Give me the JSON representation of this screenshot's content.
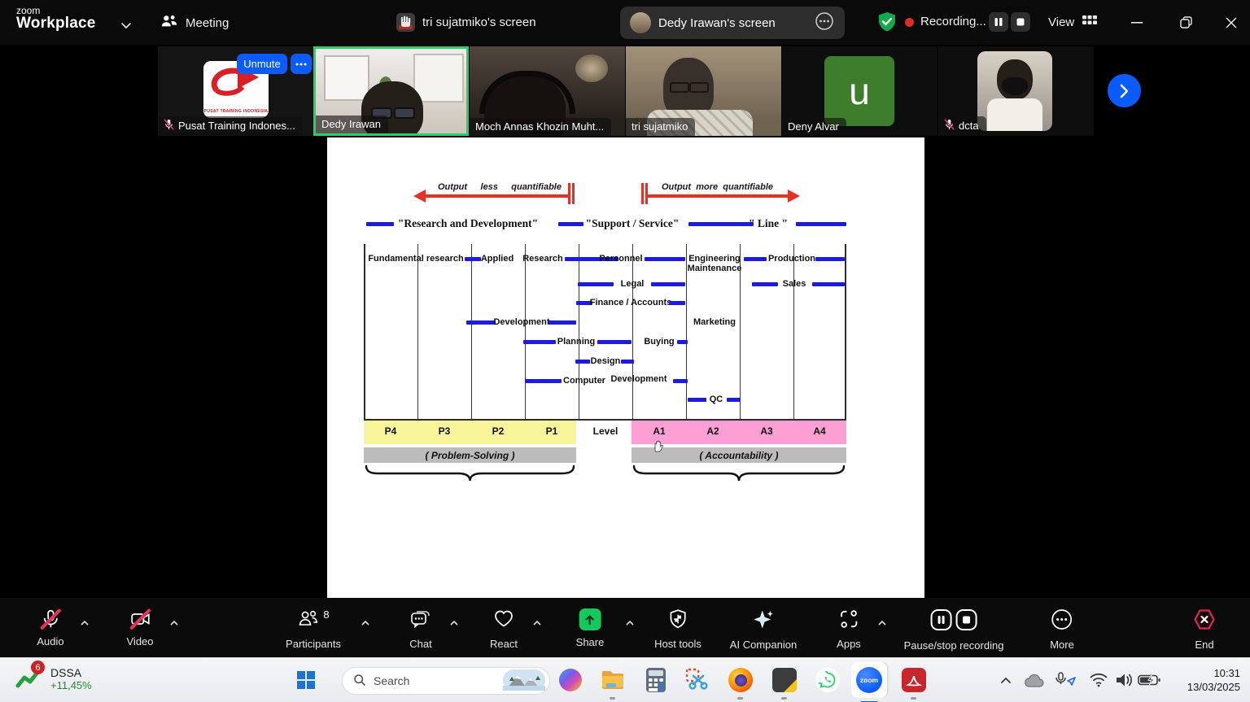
{
  "titlebar": {
    "logo_small": "zoom",
    "logo_large": "Workplace",
    "meeting_tab": "Meeting",
    "screen_tab_1": "tri sujatmiko's screen",
    "screen_tab_2": "Dedy Irawan's screen",
    "recording_label": "Recording...",
    "view_label": "View"
  },
  "filmstrip": {
    "unmute_label": "Unmute",
    "tiles": [
      {
        "name": "Pusat Training Indones...",
        "logo_caption": "PUSAT TRAINING INDONESIA"
      },
      {
        "name": "Dedy Irawan"
      },
      {
        "name": "Moch Annas Khozin Muht..."
      },
      {
        "name": "tri sujatmiko"
      },
      {
        "name": "Deny Alvar",
        "avatar_letter": "u"
      },
      {
        "name": "dcta"
      }
    ]
  },
  "slide": {
    "arrow_left": {
      "w1": "Output",
      "w2": "less",
      "w3": "quantifiable"
    },
    "arrow_right": {
      "w1": "Output",
      "w2": "more",
      "w3": "quantifiable"
    },
    "headers": [
      "\"Research and Development\"",
      "\"Support / Service\"",
      "\" Line \""
    ],
    "roles": {
      "fundamental": "Fundamental research",
      "applied": "Applied",
      "research": "Research",
      "personnel": "Personnel",
      "engineering_1": "Engineering",
      "engineering_2": "Maintenance",
      "production": "Production",
      "legal": "Legal",
      "sales": "Sales",
      "finance": "Finance / Accounts",
      "development_a": "Development",
      "marketing": "Marketing",
      "planning": "Planning",
      "buying": "Buying",
      "design": "Design",
      "computer": "Computer",
      "development_b": "Development",
      "qc": "QC"
    },
    "levels": {
      "p": [
        "P4",
        "P3",
        "P2",
        "P1"
      ],
      "center": "Level",
      "a": [
        "A1",
        "A2",
        "A3",
        "A4"
      ]
    },
    "bands": {
      "left": "( Problem-Solving )",
      "right": "( Accountability )"
    }
  },
  "toolbar": {
    "items": [
      "Audio",
      "Video",
      "Participants",
      "Chat",
      "React",
      "Share",
      "Host tools",
      "AI Companion",
      "Apps",
      "Pause/stop recording",
      "More",
      "End"
    ],
    "participants_count": "8"
  },
  "taskbar": {
    "widget": {
      "badge": "6",
      "ticker": "DSSA",
      "change": "+11,45%"
    },
    "search_placeholder": "Search",
    "zoom_label": "zoom",
    "clock": {
      "time": "10:31",
      "date": "13/03/2025"
    }
  },
  "colors": {
    "accent_blue": "#0b5cff",
    "bar_blue": "#1c1ce0",
    "arrow_red": "#e53125",
    "share_green": "#17c65d",
    "end_red": "#e0255c",
    "record_red": "#e02b2b",
    "yellow_band": "#f7f49a",
    "pink_band": "#fc9fd4",
    "gray_band": "#bcbcbc"
  }
}
